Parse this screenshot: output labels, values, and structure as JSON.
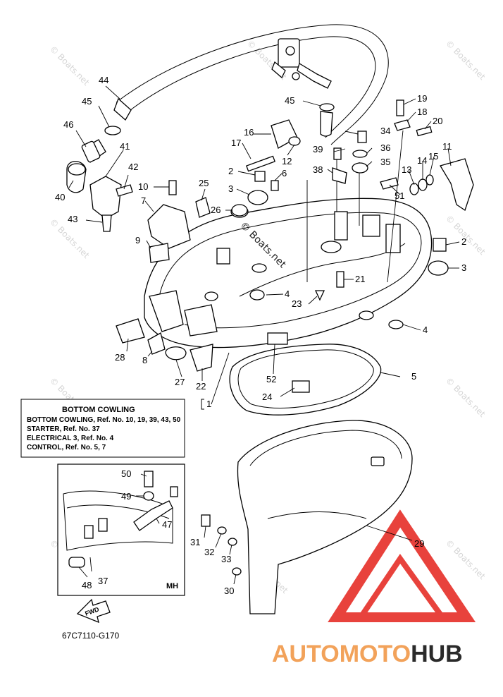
{
  "callouts": [
    {
      "id": "c1",
      "label": "1"
    },
    {
      "id": "c2a",
      "label": "2"
    },
    {
      "id": "c2b",
      "label": "2"
    },
    {
      "id": "c3a",
      "label": "3"
    },
    {
      "id": "c3b",
      "label": "3"
    },
    {
      "id": "c4a",
      "label": "4"
    },
    {
      "id": "c4b",
      "label": "4"
    },
    {
      "id": "c5",
      "label": "5"
    },
    {
      "id": "c6",
      "label": "6"
    },
    {
      "id": "c7",
      "label": "7"
    },
    {
      "id": "c8",
      "label": "8"
    },
    {
      "id": "c9",
      "label": "9"
    },
    {
      "id": "c10",
      "label": "10"
    },
    {
      "id": "c11",
      "label": "11"
    },
    {
      "id": "c12",
      "label": "12"
    },
    {
      "id": "c13",
      "label": "13"
    },
    {
      "id": "c14",
      "label": "14"
    },
    {
      "id": "c15",
      "label": "15"
    },
    {
      "id": "c16",
      "label": "16"
    },
    {
      "id": "c17",
      "label": "17"
    },
    {
      "id": "c18",
      "label": "18"
    },
    {
      "id": "c19",
      "label": "19"
    },
    {
      "id": "c20",
      "label": "20"
    },
    {
      "id": "c21",
      "label": "21"
    },
    {
      "id": "c22",
      "label": "22"
    },
    {
      "id": "c23",
      "label": "23"
    },
    {
      "id": "c24",
      "label": "24"
    },
    {
      "id": "c25",
      "label": "25"
    },
    {
      "id": "c26",
      "label": "26"
    },
    {
      "id": "c27",
      "label": "27"
    },
    {
      "id": "c28",
      "label": "28"
    },
    {
      "id": "c29",
      "label": "29"
    },
    {
      "id": "c30",
      "label": "30"
    },
    {
      "id": "c31",
      "label": "31"
    },
    {
      "id": "c32",
      "label": "32"
    },
    {
      "id": "c33",
      "label": "33"
    },
    {
      "id": "c34",
      "label": "34"
    },
    {
      "id": "c35",
      "label": "35"
    },
    {
      "id": "c36",
      "label": "36"
    },
    {
      "id": "c37",
      "label": "37"
    },
    {
      "id": "c38",
      "label": "38"
    },
    {
      "id": "c39",
      "label": "39"
    },
    {
      "id": "c40",
      "label": "40"
    },
    {
      "id": "c41",
      "label": "41"
    },
    {
      "id": "c42",
      "label": "42"
    },
    {
      "id": "c43",
      "label": "43"
    },
    {
      "id": "c44",
      "label": "44"
    },
    {
      "id": "c45a",
      "label": "45"
    },
    {
      "id": "c45b",
      "label": "45"
    },
    {
      "id": "c46",
      "label": "46"
    },
    {
      "id": "c47",
      "label": "47"
    },
    {
      "id": "c48",
      "label": "48"
    },
    {
      "id": "c49",
      "label": "49"
    },
    {
      "id": "c50",
      "label": "50"
    },
    {
      "id": "c51",
      "label": "51"
    },
    {
      "id": "c52",
      "label": "52"
    }
  ],
  "reference_box": {
    "title": "BOTTOM COWLING",
    "lines": [
      "BOTTOM COWLING,  Ref. No. 10, 19, 39, 43, 50",
      "STARTER,  Ref. No. 37",
      "ELECTRICAL 3,  Ref. No. 4",
      "CONTROL,  Ref. No. 5, 7"
    ],
    "bracket_label": "1"
  },
  "inset": {
    "corner_label": "MH",
    "fwd_label": "FWD"
  },
  "diagram_code": "67C7110-G170",
  "watermark": {
    "text": "© Boats.net",
    "center_text": "© Boats.net"
  },
  "brand": {
    "part1": "AUTOMOTO",
    "part2": "HUB",
    "color_part1": "#f2a25a",
    "color_part2": "#2a2a2a",
    "logo_color": "#e8423c"
  }
}
